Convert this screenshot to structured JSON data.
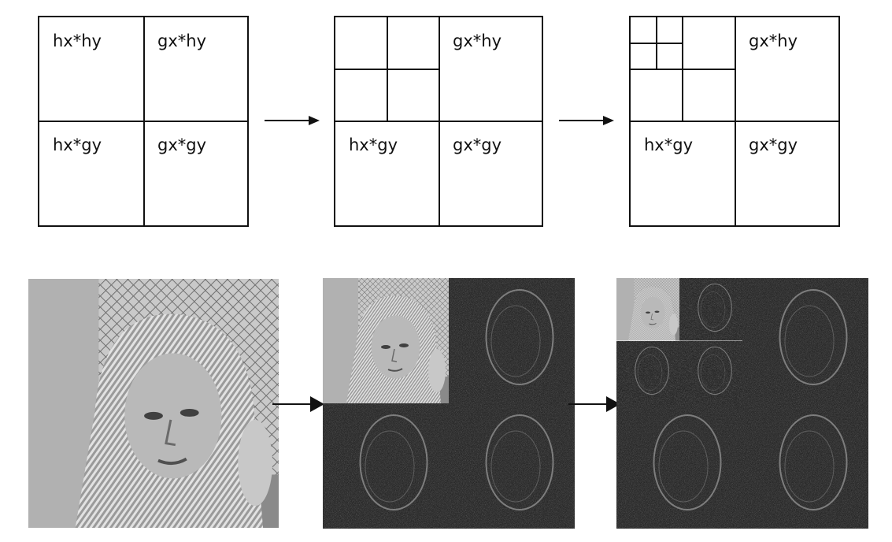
{
  "diagrams": [
    {
      "labels": {
        "ll": "hx*hy",
        "lh": "gx*hy",
        "hl": "hx*gy",
        "hh": "gx*gy"
      }
    },
    {
      "labels": {
        "lh": "gx*hy",
        "hl": "hx*gy",
        "hh": "gx*gy"
      }
    },
    {
      "labels": {
        "lh": "gx*hy",
        "hl": "hx*gy",
        "hh": "gx*gy"
      }
    }
  ],
  "images": [
    {
      "name": "original photograph of woman with headscarf"
    },
    {
      "name": "one-level wavelet decomposition"
    },
    {
      "name": "two-level wavelet decomposition"
    }
  ],
  "colors": {
    "line": "#111111",
    "photo_light": "#b8b8b8",
    "photo_dark": "#3a3a3a",
    "noise_bg": "#2a2a2a"
  }
}
